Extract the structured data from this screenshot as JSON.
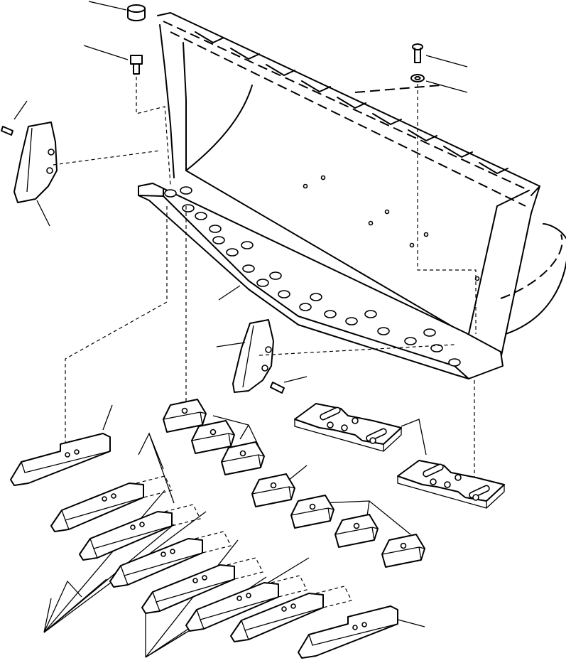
{
  "diagram": {
    "type": "exploded parts drawing",
    "line_color": "#000000",
    "background": "#ffffff",
    "parts": [
      "bucket",
      "cutting-edge",
      "side-cutter",
      "tooth",
      "adapter",
      "wear-plate",
      "bolt",
      "washer",
      "cap",
      "pin"
    ]
  }
}
